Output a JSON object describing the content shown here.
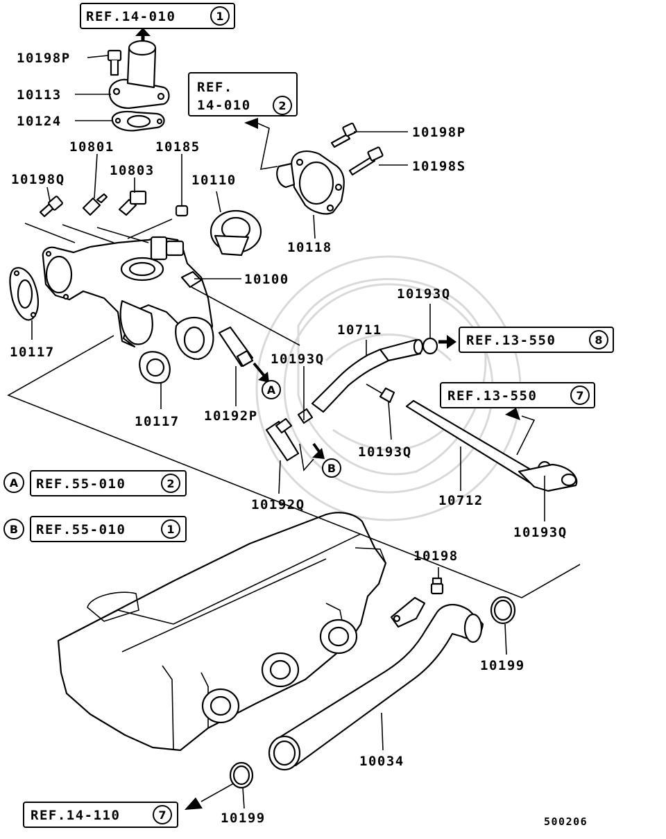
{
  "refs": {
    "ref_14_010_1": {
      "text": "REF.14-010",
      "num": "1"
    },
    "ref_14_010_2": {
      "line1": "REF.",
      "line2": "14-010",
      "num": "2"
    },
    "ref_13_550_8": {
      "text": "REF.13-550",
      "num": "8"
    },
    "ref_13_550_7": {
      "text": "REF.13-550",
      "num": "7"
    },
    "ref_55_010_2": {
      "text": "REF.55-010",
      "num": "2"
    },
    "ref_55_010_1": {
      "text": "REF.55-010",
      "num": "1"
    },
    "ref_14_110_7": {
      "text": "REF.14-110",
      "num": "7"
    }
  },
  "markers": {
    "a": "A",
    "b": "B"
  },
  "parts": {
    "p10198P_top": "10198P",
    "p10113": "10113",
    "p10124": "10124",
    "p10801": "10801",
    "p10185": "10185",
    "p10803": "10803",
    "p10198Q": "10198Q",
    "p10110": "10110",
    "p10198P_right": "10198P",
    "p10198S": "10198S",
    "p10118": "10118",
    "p10100": "10100",
    "p10117_left": "10117",
    "p10117_mid": "10117",
    "p10192P": "10192P",
    "p10193Q_a": "10193Q",
    "p10193Q_top": "10193Q",
    "p10711": "10711",
    "p10193Q_b": "10193Q",
    "p10192Q": "10192Q",
    "p10712": "10712",
    "p10193Q_c": "10193Q",
    "p10198": "10198",
    "p10199_right": "10199",
    "p10034": "10034",
    "p10199_bottom": "10199"
  },
  "diagram_id": "500206"
}
